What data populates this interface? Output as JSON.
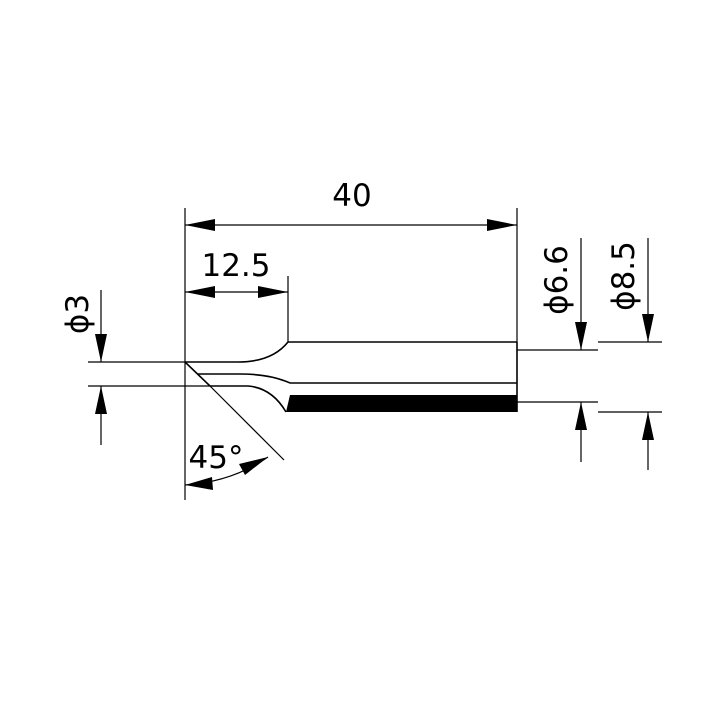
{
  "dimensions": {
    "length_total": "40",
    "length_tip": "12.5",
    "diameter_tip": "ϕ3",
    "diameter_inner": "ϕ6.6",
    "diameter_outer": "ϕ8.5",
    "angle": "45°"
  },
  "colors": {
    "line": "#000000",
    "background": "#ffffff"
  }
}
